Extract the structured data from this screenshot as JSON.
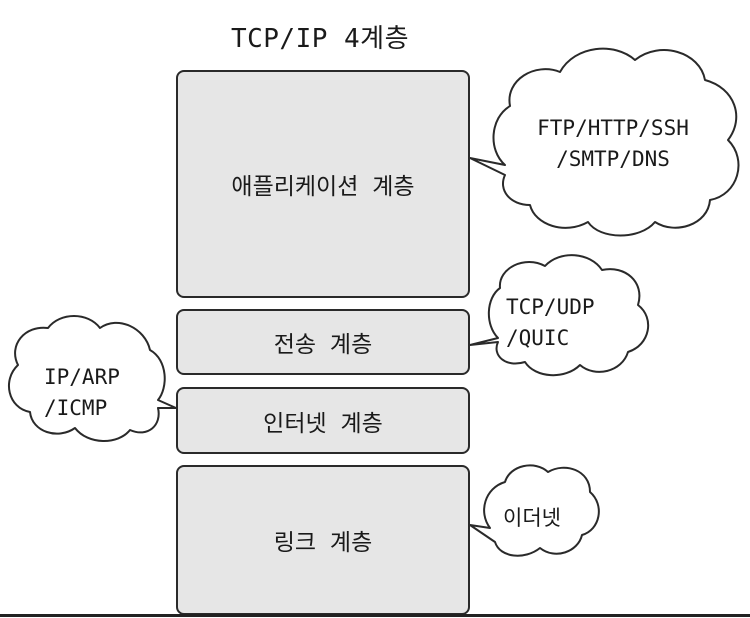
{
  "title": "TCP/IP 4계층",
  "layers": [
    {
      "name": "애플리케이션 계층",
      "protocols": "FTP/HTTP/SSH\n/SMTP/DNS"
    },
    {
      "name": "전송 계층",
      "protocols": "TCP/UDP\n/QUIC"
    },
    {
      "name": "인터넷 계층",
      "protocols": "IP/ARP\n/ICMP"
    },
    {
      "name": "링크 계층",
      "protocols": "이더넷"
    }
  ],
  "colors": {
    "layer_fill": "#e6e6e6",
    "stroke": "#2a2a2a",
    "background": "#ffffff"
  }
}
